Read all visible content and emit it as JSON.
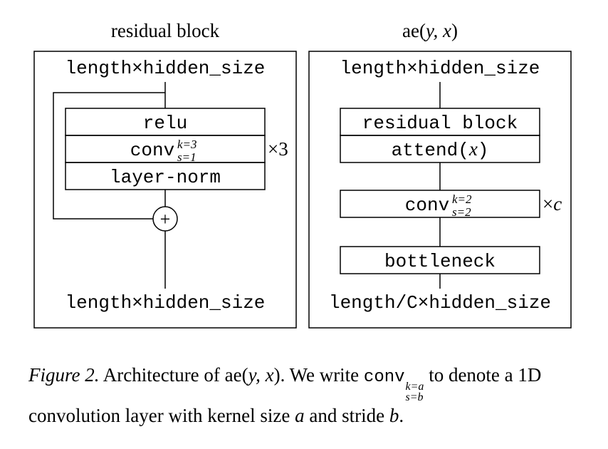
{
  "left_panel": {
    "title": "residual block",
    "input_label": "length×hidden_size",
    "layers": [
      "relu",
      "conv",
      "layer-norm"
    ],
    "conv_sup": "k=3",
    "conv_sub": "s=1",
    "repeat": "×3",
    "add_symbol": "+",
    "output_label": "length×hidden_size"
  },
  "right_panel": {
    "title_prefix": "ae(",
    "title_args": "y, x",
    "title_suffix": ")",
    "input_label": "length×hidden_size",
    "block_top": "residual block",
    "block_bottom_prefix": "attend(",
    "block_bottom_arg": "x",
    "block_bottom_suffix": ")",
    "conv": "conv",
    "conv_sup": "k=2",
    "conv_sub": "s=2",
    "repeat_prefix": "×",
    "repeat_var": "c",
    "bottleneck": "bottleneck",
    "output_label": "length/C×hidden_size"
  },
  "caption": {
    "label": "Figure 2.",
    "text1": " Architecture of ",
    "ae": "ae(",
    "args": "y, x",
    "close": ").",
    "text2": " We write ",
    "conv": "conv",
    "sup": "k=a",
    "sub": "s=b",
    "text3": " to denote a 1D convolution layer with kernel size ",
    "a": "a",
    "text4": " and stride ",
    "b": "b",
    "text5": "."
  }
}
